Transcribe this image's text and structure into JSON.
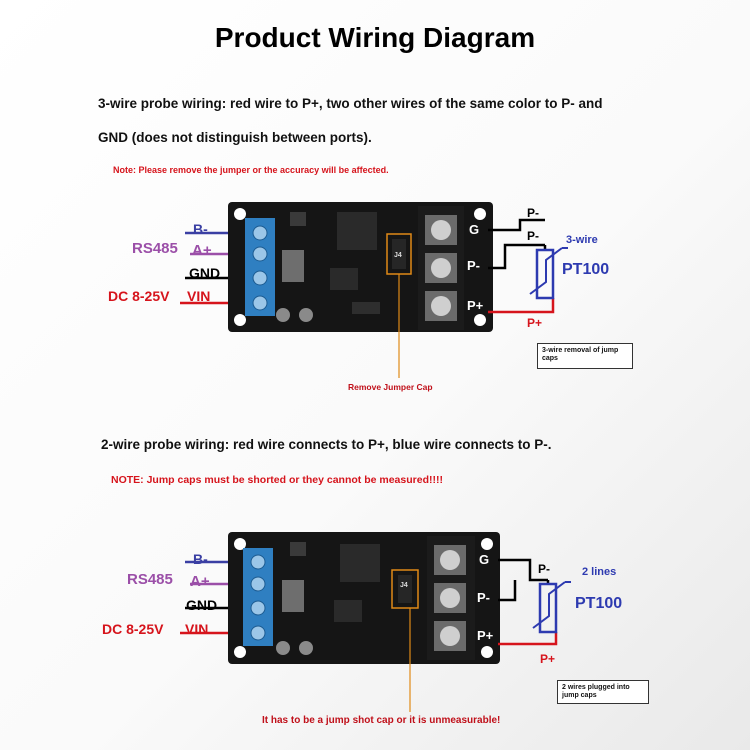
{
  "header": {
    "title": "Product Wiring Diagram"
  },
  "section1": {
    "line1": "3-wire probe wiring: red wire to P+, two other wires of the same color to P- and",
    "line2": "GND (does not distinguish between ports).",
    "note": "Note: Please remove the jumper or the accuracy will be affected.",
    "callout": "Remove Jumper Cap",
    "box_note": "3-wire removal of jump caps",
    "wire_label": "3-wire",
    "sensor_label": "PT100",
    "probe_labels": [
      "P-",
      "P-",
      "P+"
    ]
  },
  "section2": {
    "line1": "2-wire probe wiring: red wire connects to P+, blue wire connects to P-.",
    "note": "NOTE: Jump caps must be shorted or they cannot be measured!!!!",
    "callout": "It has to be a jump shot cap or it is unmeasurable!",
    "box_note": "2 wires plugged into jump caps",
    "wire_label": "2 lines",
    "sensor_label": "PT100",
    "probe_labels": [
      "P-",
      "P+"
    ]
  },
  "board": {
    "left_labels": {
      "bminus": "B-",
      "rs485": "RS485",
      "aplus": "A+",
      "gnd": "GND",
      "dc": "DC 8-25V",
      "vin": "VIN"
    },
    "terminal_labels": [
      "G",
      "P-",
      "P+"
    ],
    "jumper_text": "J4"
  },
  "colors": {
    "title": "#000000",
    "note_red": "#d6141c",
    "rs485_purple": "#9b4fa8",
    "navy": "#2d3ab0",
    "pcb": "#151515",
    "terminal_blue": "#2f7fc1",
    "callout_orange": "#e08a17"
  }
}
